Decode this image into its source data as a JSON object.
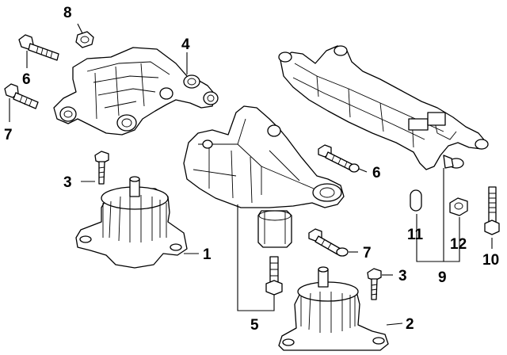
{
  "callouts": {
    "c1": "1",
    "c2": "2",
    "c3a": "3",
    "c3b": "3",
    "c4": "4",
    "c5": "5",
    "c6a": "6",
    "c6b": "6",
    "c7a": "7",
    "c7b": "7",
    "c8": "8",
    "c9": "9",
    "c10": "10",
    "c11": "11",
    "c12": "12"
  },
  "colors": {
    "line": "#000000",
    "background": "#ffffff"
  }
}
